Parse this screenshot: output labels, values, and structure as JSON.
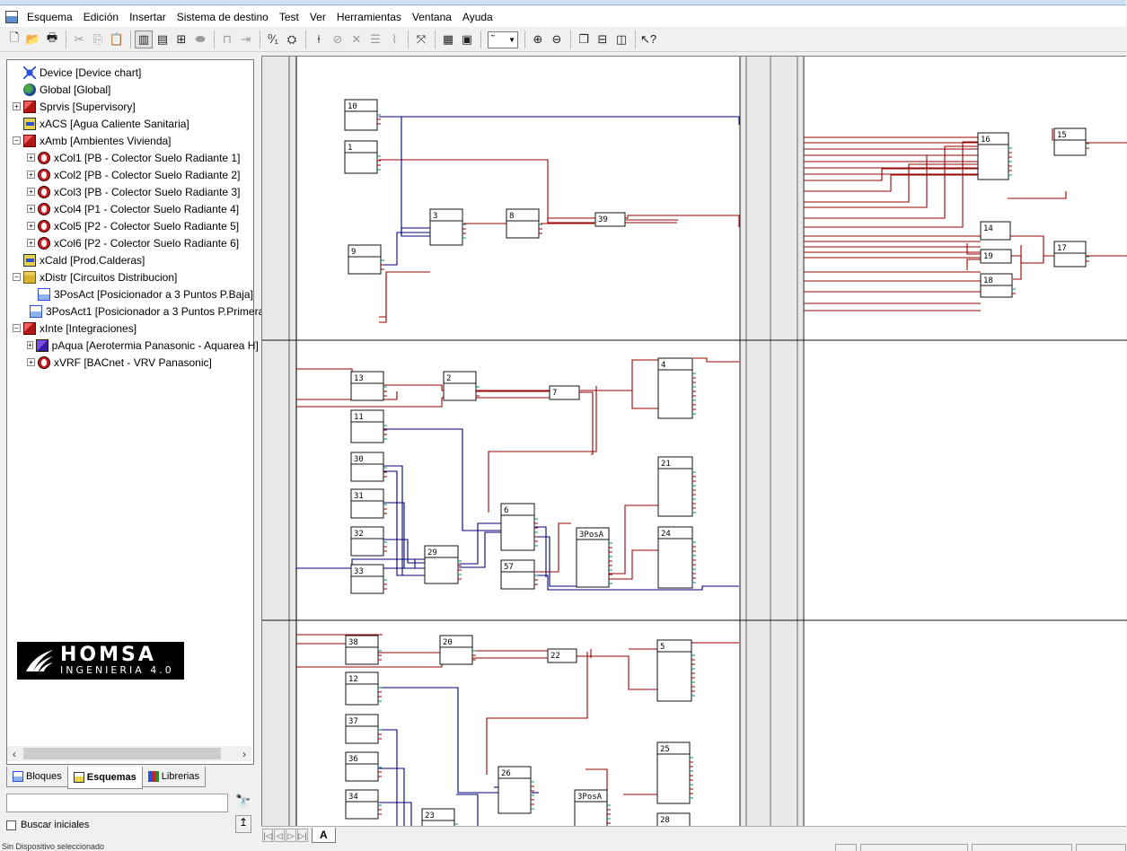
{
  "menu": [
    "Esquema",
    "Edición",
    "Insertar",
    "Sistema de destino",
    "Test",
    "Ver",
    "Herramientas",
    "Ventana",
    "Ayuda"
  ],
  "toolbar": {
    "zoom_value": "˜"
  },
  "tree": [
    {
      "name": "Device",
      "desc": "[Device chart]",
      "icon": "device-icon",
      "indent": 0,
      "expander": false
    },
    {
      "name": "Global",
      "desc": "[Global]",
      "icon": "globe-icon",
      "indent": 0,
      "expander": false
    },
    {
      "name": "Sprvis",
      "desc": "[Supervisory]",
      "icon": "cube-icon",
      "indent": 0,
      "expander": true
    },
    {
      "name": "xACS",
      "desc": "[Agua Caliente Sanitaria]",
      "icon": "card-icon",
      "indent": 0,
      "expander": false
    },
    {
      "name": "xAmb",
      "desc": "[Ambientes Vivienda]",
      "icon": "cube-icon",
      "indent": 0,
      "expander": true,
      "open": true
    },
    {
      "name": "xCol1",
      "desc": "[PB - Colector Suelo Radiante 1]",
      "icon": "bacnet-icon",
      "indent": 1,
      "expander": true
    },
    {
      "name": "xCol2",
      "desc": "[PB - Colector Suelo Radiante 2]",
      "icon": "bacnet-icon",
      "indent": 1,
      "expander": true
    },
    {
      "name": "xCol3",
      "desc": "[PB - Colector Suelo Radiante 3]",
      "icon": "bacnet-icon",
      "indent": 1,
      "expander": true
    },
    {
      "name": "xCol4",
      "desc": "[P1 - Colector Suelo Radiante 4]",
      "icon": "bacnet-icon",
      "indent": 1,
      "expander": true
    },
    {
      "name": "xCol5",
      "desc": "[P2 - Colector Suelo Radiante 5]",
      "icon": "bacnet-icon",
      "indent": 1,
      "expander": true
    },
    {
      "name": "xCol6",
      "desc": "[P2 - Colector Suelo Radiante 6]",
      "icon": "bacnet-icon",
      "indent": 1,
      "expander": true
    },
    {
      "name": "xCald",
      "desc": "[Prod.Calderas]",
      "icon": "card-icon",
      "indent": 0,
      "expander": false
    },
    {
      "name": "xDistr",
      "desc": "[Circuitos Distribucion]",
      "icon": "folder-icon",
      "indent": 0,
      "expander": true,
      "open": true
    },
    {
      "name": "3PosAct",
      "desc": "[Posicionador a 3 Puntos P.Baja]",
      "icon": "positioner-icon",
      "indent": 1,
      "expander": false
    },
    {
      "name": "3PosAct1",
      "desc": "[Posicionador a 3 Puntos P.Primera",
      "icon": "positioner-icon",
      "indent": 1,
      "expander": false
    },
    {
      "name": "xInte",
      "desc": "[Integraciones]",
      "icon": "cube-icon",
      "indent": 0,
      "expander": true,
      "open": true
    },
    {
      "name": "pAqua",
      "desc": "[Aerotermia Panasonic - Aquarea H]",
      "icon": "aqua-icon",
      "indent": 1,
      "expander": true
    },
    {
      "name": "xVRF",
      "desc": "[BACnet - VRV Panasonic]",
      "icon": "bacnet-icon",
      "indent": 1,
      "expander": true
    }
  ],
  "logo": {
    "brand": "HOMSA",
    "sub": "INGENIERIA 4.0"
  },
  "tabs": [
    {
      "label": "Bloques",
      "active": false
    },
    {
      "label": "Esquemas",
      "active": true
    },
    {
      "label": "Librerias",
      "active": false
    }
  ],
  "search": {
    "value": "",
    "initials_label": "Buscar iniciales"
  },
  "sheet_tab": "A",
  "status_text": "Sin Dispositivo seleccionado",
  "colors": {
    "wire_red": "#9b0000",
    "wire_blue": "#00007a",
    "pin_green": "#0a8a6a"
  },
  "blocks": [
    {
      "label": "10"
    },
    {
      "label": "1"
    },
    {
      "label": "9"
    },
    {
      "label": "3"
    },
    {
      "label": "8"
    },
    {
      "label": "39"
    },
    {
      "label": "16"
    },
    {
      "label": "15"
    },
    {
      "label": "14"
    },
    {
      "label": "19"
    },
    {
      "label": "18"
    },
    {
      "label": "17"
    },
    {
      "label": "13"
    },
    {
      "label": "2"
    },
    {
      "label": "7"
    },
    {
      "label": "4"
    },
    {
      "label": "11"
    },
    {
      "label": "30"
    },
    {
      "label": "31"
    },
    {
      "label": "32"
    },
    {
      "label": "33"
    },
    {
      "label": "29"
    },
    {
      "label": "6"
    },
    {
      "label": "57"
    },
    {
      "label": "3PosA"
    },
    {
      "label": "21"
    },
    {
      "label": "24"
    },
    {
      "label": "38"
    },
    {
      "label": "20"
    },
    {
      "label": "22"
    },
    {
      "label": "5"
    },
    {
      "label": "12"
    },
    {
      "label": "37"
    },
    {
      "label": "36"
    },
    {
      "label": "34"
    },
    {
      "label": "23"
    },
    {
      "label": "26"
    },
    {
      "label": "3PosA"
    },
    {
      "label": "25"
    },
    {
      "label": "28"
    }
  ]
}
